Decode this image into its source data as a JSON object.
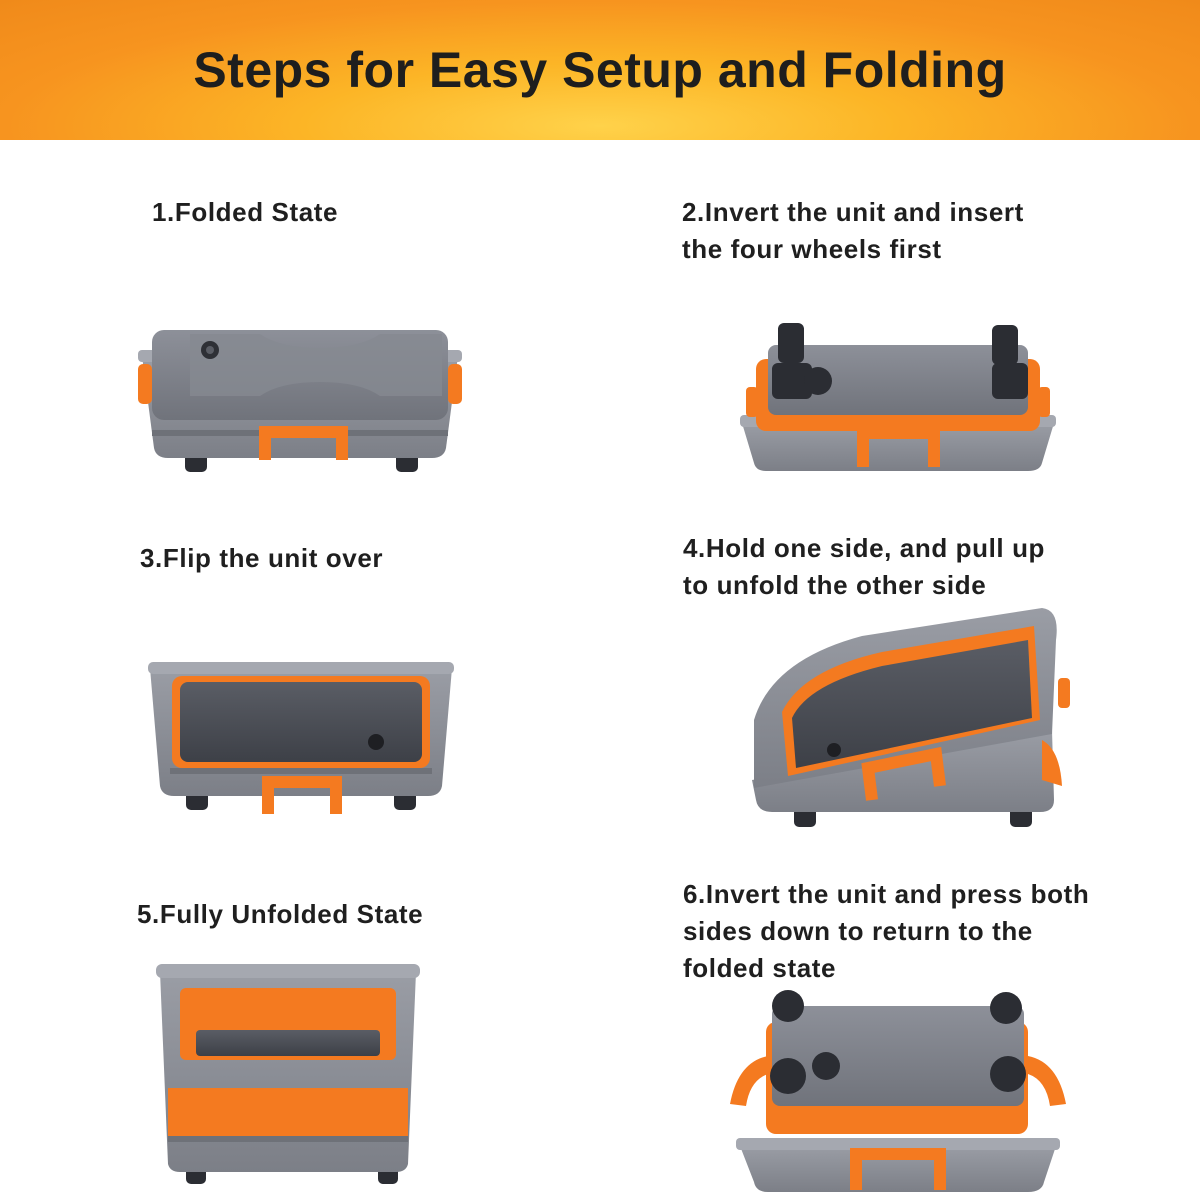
{
  "header": {
    "title": "Steps for Easy Setup and Folding"
  },
  "colors": {
    "orange": "#f47a20",
    "gray": "#8a8d95",
    "dark": "#2b2d33",
    "banner": "#f7a21f"
  },
  "steps": [
    {
      "label": "1.Folded State"
    },
    {
      "label": "2.Invert the unit and insert\n   the four wheels first"
    },
    {
      "label": "3.Flip the unit over"
    },
    {
      "label": "4.Hold one side, and pull up\n   to unfold the other side"
    },
    {
      "label": "5.Fully Unfolded State"
    },
    {
      "label": "6.Invert the unit and press both\n   sides down to return to the\n   folded state"
    }
  ]
}
